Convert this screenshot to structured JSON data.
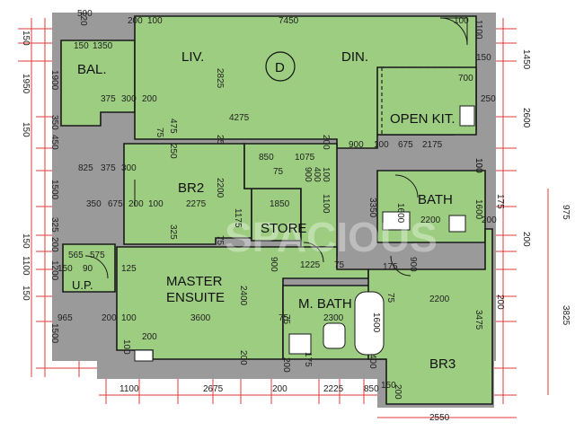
{
  "rooms": {
    "balcony": "BAL.",
    "living": "LIV.",
    "dining": "DIN.",
    "dining_marker": "D",
    "open_kitchen": "OPEN KIT.",
    "bedroom2": "BR2",
    "store": "STORE",
    "bath": "BATH",
    "master_ensuite_line1": "MASTER",
    "master_ensuite_line2": "ENSUITE",
    "master_bath": "M. BATH",
    "utility_platform": "U.P.",
    "bedroom3": "BR3"
  },
  "dimensions": {
    "top_500": "500",
    "top_200": "200",
    "top_100a": "100",
    "top_120": "120",
    "top_7450": "7450",
    "top_100b": "100",
    "right_1450": "1450",
    "right_1100": "1100",
    "right_150": "150",
    "right_700": "700",
    "right_2600": "2600",
    "right_250": "250",
    "right_100a": "100",
    "right_175": "175",
    "right_1600": "1600",
    "right_200a": "200",
    "right_200b": "200",
    "right_975": "975",
    "right_3825": "3825",
    "right_3475": "3475",
    "right_200c": "200",
    "left_150a": "150",
    "left_1950": "1950",
    "left_1900": "1900",
    "left_350": "350",
    "left_450": "450",
    "left_150b": "150",
    "left_1500a": "1500",
    "left_325": "325",
    "left_200": "200",
    "left_150c": "150",
    "left_1100": "1100",
    "left_1200": "1200",
    "left_150d": "150",
    "left_1500b": "1500",
    "bal_150": "150",
    "bal_1350": "1350",
    "liv_2825": "2825",
    "liv_4275": "4275",
    "liv_475": "475",
    "liv_75a": "75",
    "liv_250": "250",
    "liv_375": "375",
    "liv_300": "300",
    "liv_200": "200",
    "mid_200a": "200",
    "mid_900": "900",
    "mid_100": "100",
    "mid_675": "675",
    "mid_2175": "2175",
    "mid_825": "825",
    "mid_375": "375",
    "mid_300": "300",
    "mid_850": "850",
    "mid_1075": "1075",
    "mid_75": "75",
    "mid_25": "25",
    "mid_900v": "900",
    "mid_400v": "400",
    "mid_100v": "100",
    "mid_100c": "100",
    "br2_2200": "2200",
    "br2_350": "350",
    "br2_675": "675",
    "br2_200": "200",
    "br2_100": "100",
    "br2_2275": "2275",
    "br2_1175": "1175",
    "br2_1850": "1850",
    "br2_1100": "1100",
    "br2_3350": "3350",
    "br2_325": "325",
    "br2_75": "75",
    "bath_2200": "2200",
    "bath_1600": "1600",
    "up_565": "565",
    "up_575": "575",
    "up_150": "150",
    "up_90": "90",
    "up_125": "125",
    "me_900": "900",
    "me_1225": "1225",
    "me_75a": "75",
    "me_75b": "75",
    "me_175": "175",
    "me_900b": "900",
    "me_2400": "2400",
    "me_965": "965",
    "me_200": "200",
    "me_100": "100",
    "me_3600": "3600",
    "me_75c": "75",
    "mb_2300": "2300",
    "mb_1600": "1600",
    "mb_2200": "2200",
    "mb_75": "75",
    "mb_200": "200",
    "low_100": "100",
    "low_200": "200",
    "low_175": "175",
    "low_200b": "200",
    "low_400": "400",
    "low_850": "850",
    "low_150": "150",
    "low_200c": "200",
    "bottom_1100": "1100",
    "bottom_2675": "2675",
    "bottom_200": "200",
    "bottom_2225": "2225",
    "bottom_2550": "2550"
  },
  "watermark": "SPACIOUS",
  "colors": {
    "room_fill": "#9ccd80",
    "wall": "#9a9a9a",
    "dimension_line": "#e23a3a",
    "background": "#ffffff"
  }
}
